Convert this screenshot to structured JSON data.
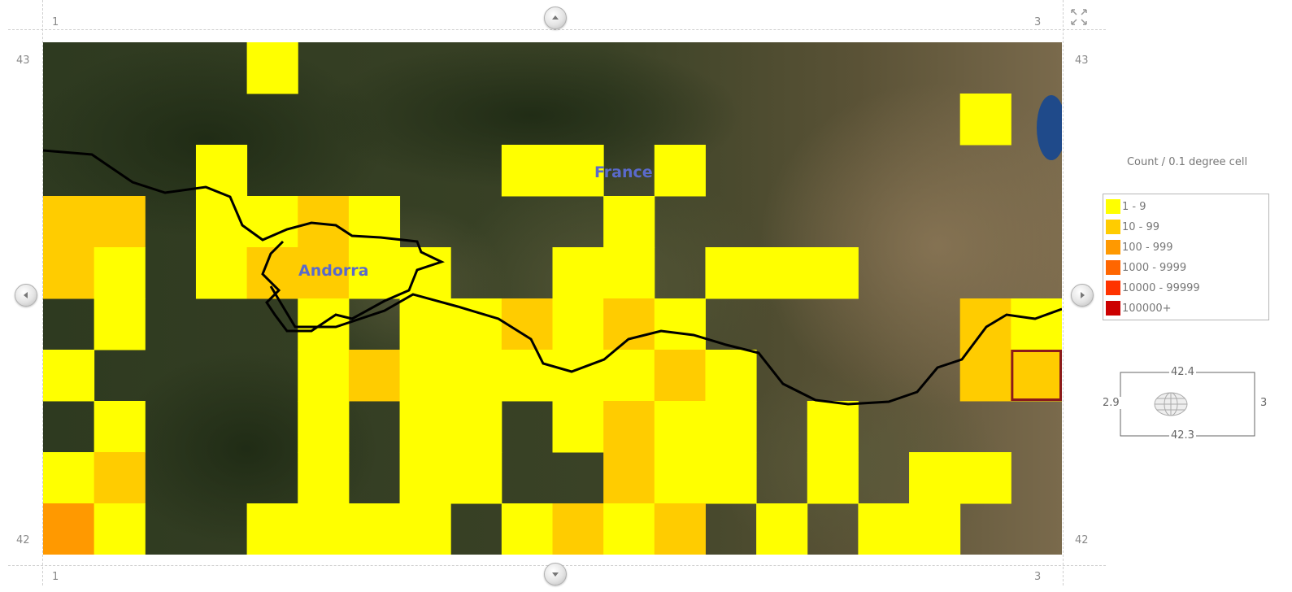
{
  "axis_labels": {
    "top_left": "1",
    "top_right": "3",
    "bottom_left": "1",
    "bottom_right": "3",
    "left_top": "43",
    "left_bottom": "42",
    "right_top": "43",
    "right_bottom": "42"
  },
  "map_labels": {
    "country_1": "France",
    "country_2": "Andorra"
  },
  "legend": {
    "title": "Count / 0.1 degree cell",
    "items": [
      {
        "label": "1 - 9",
        "color": "#FFFF00"
      },
      {
        "label": "10 - 99",
        "color": "#FFCC00"
      },
      {
        "label": "100 - 999",
        "color": "#FF9900"
      },
      {
        "label": "1000 - 9999",
        "color": "#FF6600"
      },
      {
        "label": "10000 - 99999",
        "color": "#FF3300"
      },
      {
        "label": "100000+",
        "color": "#CC0000"
      }
    ]
  },
  "bounding_box": {
    "north": "42.4",
    "south": "42.3",
    "west": "2.9",
    "east": "3"
  },
  "controls": {
    "pan_up": "pan-up",
    "pan_down": "pan-down",
    "pan_left": "pan-left",
    "pan_right": "pan-right",
    "zoom": "expand-collapse-icon"
  },
  "grid": {
    "cols": 20,
    "rows": 10,
    "selected_cell": [
      19,
      6
    ],
    "selected_color": "#8B1A1A",
    "cells": [
      [
        4,
        0,
        1
      ],
      [
        18,
        1,
        1
      ],
      [
        3,
        2,
        1
      ],
      [
        9,
        2,
        1
      ],
      [
        10,
        2,
        1
      ],
      [
        12,
        2,
        1
      ],
      [
        0,
        3,
        2
      ],
      [
        1,
        3,
        2
      ],
      [
        3,
        3,
        1
      ],
      [
        4,
        3,
        1
      ],
      [
        5,
        3,
        2
      ],
      [
        6,
        3,
        1
      ],
      [
        11,
        3,
        1
      ],
      [
        0,
        4,
        2
      ],
      [
        1,
        4,
        1
      ],
      [
        3,
        4,
        1
      ],
      [
        4,
        4,
        2
      ],
      [
        5,
        4,
        2
      ],
      [
        6,
        4,
        1
      ],
      [
        7,
        4,
        1
      ],
      [
        10,
        4,
        1
      ],
      [
        11,
        4,
        1
      ],
      [
        13,
        4,
        1
      ],
      [
        14,
        4,
        1
      ],
      [
        15,
        4,
        1
      ],
      [
        1,
        5,
        1
      ],
      [
        5,
        5,
        1
      ],
      [
        7,
        5,
        1
      ],
      [
        8,
        5,
        1
      ],
      [
        9,
        5,
        2
      ],
      [
        10,
        5,
        1
      ],
      [
        11,
        5,
        2
      ],
      [
        12,
        5,
        1
      ],
      [
        18,
        5,
        2
      ],
      [
        19,
        5,
        1
      ],
      [
        0,
        6,
        1
      ],
      [
        5,
        6,
        1
      ],
      [
        6,
        6,
        2
      ],
      [
        7,
        6,
        1
      ],
      [
        8,
        6,
        1
      ],
      [
        9,
        6,
        1
      ],
      [
        10,
        6,
        1
      ],
      [
        11,
        6,
        1
      ],
      [
        12,
        6,
        2
      ],
      [
        13,
        6,
        1
      ],
      [
        18,
        6,
        2
      ],
      [
        19,
        6,
        2
      ],
      [
        1,
        7,
        1
      ],
      [
        5,
        7,
        1
      ],
      [
        7,
        7,
        1
      ],
      [
        8,
        7,
        1
      ],
      [
        10,
        7,
        1
      ],
      [
        11,
        7,
        2
      ],
      [
        12,
        7,
        1
      ],
      [
        13,
        7,
        1
      ],
      [
        15,
        7,
        1
      ],
      [
        0,
        8,
        1
      ],
      [
        1,
        8,
        2
      ],
      [
        5,
        8,
        1
      ],
      [
        7,
        8,
        1
      ],
      [
        8,
        8,
        1
      ],
      [
        11,
        8,
        2
      ],
      [
        12,
        8,
        1
      ],
      [
        13,
        8,
        1
      ],
      [
        15,
        8,
        1
      ],
      [
        17,
        8,
        1
      ],
      [
        18,
        8,
        1
      ],
      [
        0,
        9,
        3
      ],
      [
        1,
        9,
        1
      ],
      [
        4,
        9,
        1
      ],
      [
        5,
        9,
        1
      ],
      [
        6,
        9,
        1
      ],
      [
        7,
        9,
        1
      ],
      [
        9,
        9,
        1
      ],
      [
        10,
        9,
        2
      ],
      [
        11,
        9,
        1
      ],
      [
        12,
        9,
        2
      ],
      [
        14,
        9,
        1
      ],
      [
        16,
        9,
        1
      ],
      [
        17,
        9,
        1
      ]
    ]
  }
}
